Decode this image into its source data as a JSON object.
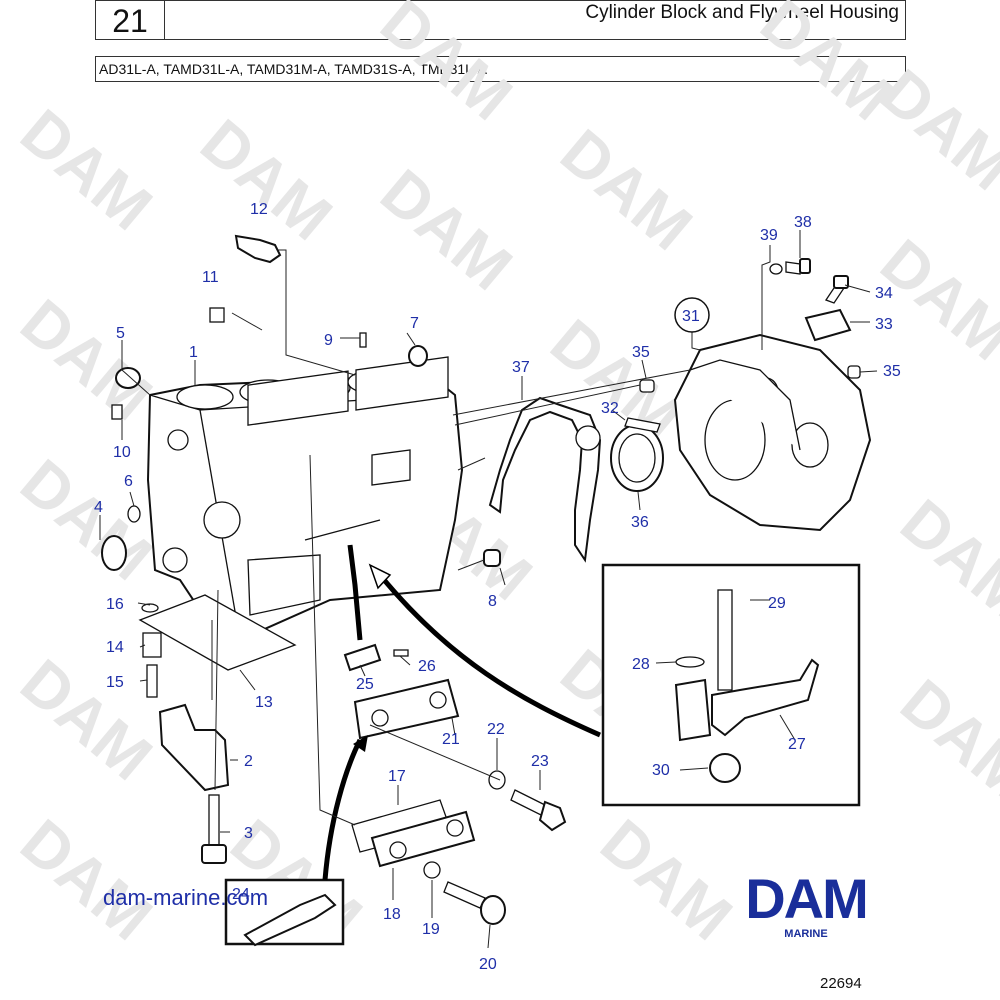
{
  "header": {
    "number": "21",
    "title": "Cylinder Block and Flywheel Housing",
    "models": "AD31L-A, TAMD31L-A, TAMD31M-A, TAMD31S-A, TMD31L-A"
  },
  "watermark": "DAM",
  "callouts": [
    "1",
    "2",
    "3",
    "4",
    "5",
    "6",
    "7",
    "8",
    "9",
    "10",
    "11",
    "12",
    "13",
    "14",
    "15",
    "16",
    "17",
    "18",
    "19",
    "20",
    "21",
    "22",
    "23",
    "24",
    "25",
    "26",
    "27",
    "28",
    "29",
    "30",
    "31",
    "32",
    "33",
    "34",
    "35",
    "35",
    "36",
    "37",
    "38",
    "39"
  ],
  "site_url": "dam-marine.com",
  "logo": {
    "main": "DAM",
    "sub": "MARINE"
  },
  "drawing_number": "22694",
  "colors": {
    "callout": "#1f2fa8",
    "logo": "#1a2e9a",
    "watermark": "#e6e6e6"
  }
}
